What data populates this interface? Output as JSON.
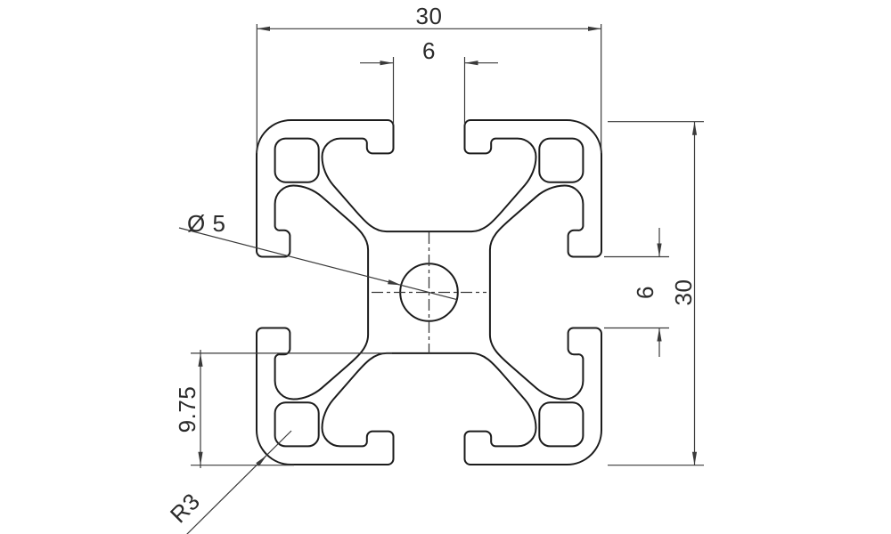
{
  "drawing": {
    "dimensions": {
      "top_width": "30",
      "top_slot_width": "6",
      "right_height": "30",
      "right_slot_width": "6",
      "bottom_cavity_depth": "9.75",
      "center_hole_diameter": "Ø 5",
      "corner_radius": "R3"
    },
    "colors": {
      "background": "#ffffff",
      "profile_line": "#1c1c1c",
      "dimension_line": "#3a3a3a",
      "text": "#2b2b2b"
    }
  }
}
